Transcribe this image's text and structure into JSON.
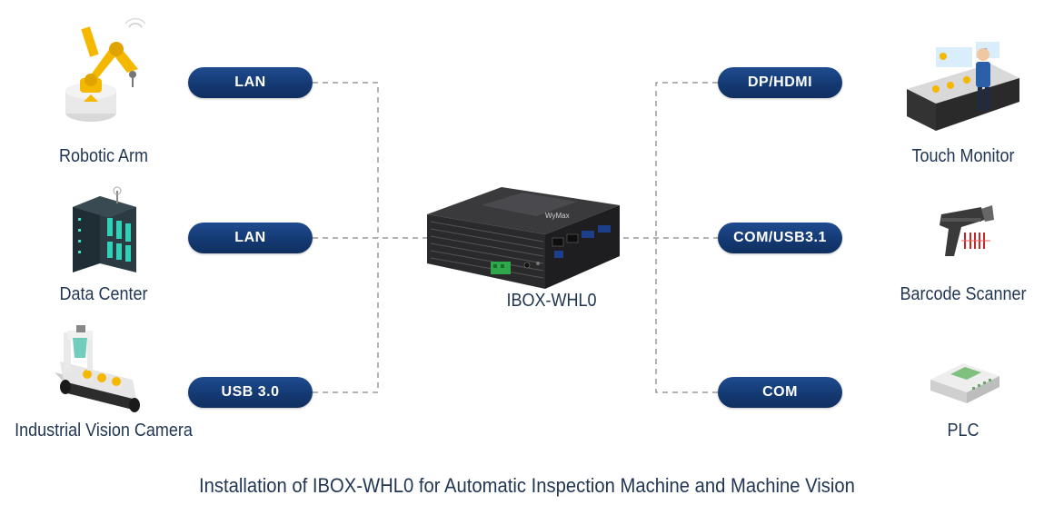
{
  "center": {
    "label": "IBOX-WHL0",
    "brand": "WyMax"
  },
  "left_devices": [
    {
      "label": "Robotic Arm",
      "port": "LAN",
      "icon": "robotic-arm-icon"
    },
    {
      "label": "Data Center",
      "port": "LAN",
      "icon": "data-center-icon"
    },
    {
      "label": "Industrial Vision Camera",
      "port": "USB 3.0",
      "icon": "vision-camera-icon"
    }
  ],
  "right_devices": [
    {
      "label": "Touch Monitor",
      "port": "DP/HDMI",
      "icon": "touch-monitor-icon"
    },
    {
      "label": "Barcode Scanner",
      "port": "COM/USB3.1",
      "icon": "barcode-scanner-icon"
    },
    {
      "label": "PLC",
      "port": "COM",
      "icon": "plc-icon"
    }
  ],
  "caption": "Installation of IBOX-WHL0 for Automatic Inspection Machine and Machine Vision",
  "colors": {
    "pill": "#143a73",
    "text": "#1f3552",
    "connector": "#9a9a9a",
    "accent_yellow": "#f5b800"
  }
}
